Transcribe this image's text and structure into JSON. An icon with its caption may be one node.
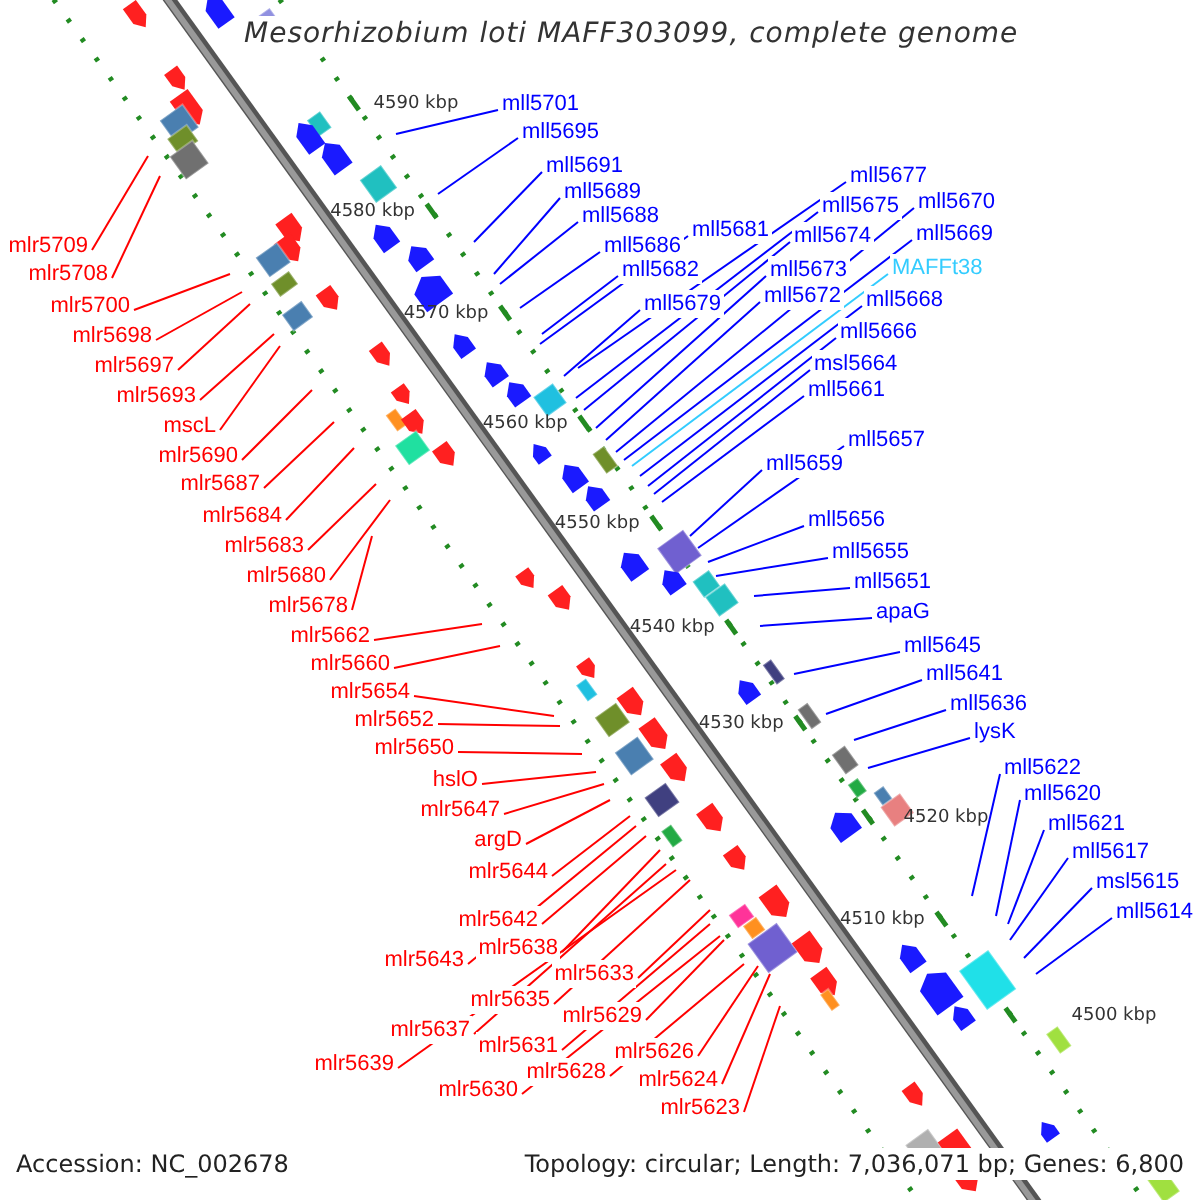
{
  "diagram": {
    "title": "Mesorhizobium loti MAFF303099, complete genome",
    "nodes": [
      {
        "text": [
          "mlr5709"
        ]
      },
      {
        "text": [
          "mlr5708"
        ]
      },
      {
        "text": [
          "mlr5700"
        ]
      },
      {
        "text": [
          "mlr5698"
        ]
      },
      {
        "text": [
          "mlr5697"
        ]
      },
      {
        "text": [
          "mlr5693"
        ]
      },
      {
        "text": [
          "mscL"
        ]
      },
      {
        "text": [
          "mlr5690"
        ]
      },
      {
        "text": [
          "mlr5687"
        ]
      },
      {
        "text": [
          "mlr5684"
        ]
      },
      {
        "text": [
          "mlr5683"
        ]
      },
      {
        "text": [
          "mlr5680"
        ]
      },
      {
        "text": [
          "mlr5678"
        ]
      },
      {
        "text": [
          "mlr5662"
        ]
      },
      {
        "text": [
          "mlr5660"
        ]
      },
      {
        "text": [
          "mlr5654"
        ]
      },
      {
        "text": [
          "mlr5652"
        ]
      },
      {
        "text": [
          "mlr5650"
        ]
      },
      {
        "text": [
          "hslO"
        ]
      },
      {
        "text": [
          "mlr5647"
        ]
      },
      {
        "text": [
          "argD"
        ]
      },
      {
        "text": [
          "mlr5644"
        ]
      },
      {
        "text": [
          "mlr5642"
        ]
      },
      {
        "text": [
          "mlr5638"
        ]
      },
      {
        "text": [
          "mlr5643"
        ]
      },
      {
        "text": [
          "mlr5633"
        ]
      },
      {
        "text": [
          "mlr5635"
        ]
      },
      {
        "text": [
          "mlr5629"
        ]
      },
      {
        "text": [
          "mlr5637"
        ]
      },
      {
        "text": [
          "mlr5631"
        ]
      },
      {
        "text": [
          "mlr5626"
        ]
      },
      {
        "text": [
          "mlr5639"
        ]
      },
      {
        "text": [
          "mlr5628"
        ]
      },
      {
        "text": [
          "mlr5624"
        ]
      },
      {
        "text": [
          "mlr5630"
        ]
      },
      {
        "text": [
          "mlr5623"
        ]
      },
      {
        "text": [
          "mll5701"
        ]
      },
      {
        "text": [
          "mll5695"
        ]
      },
      {
        "text": [
          "mll5691"
        ]
      },
      {
        "text": [
          "mll5677"
        ]
      },
      {
        "text": [
          "mll5689"
        ]
      },
      {
        "text": [
          "mll5670"
        ]
      },
      {
        "text": [
          "mll5675"
        ]
      },
      {
        "text": [
          "mll5688"
        ]
      },
      {
        "text": [
          "mll5681"
        ]
      },
      {
        "text": [
          "mll5669"
        ]
      },
      {
        "text": [
          "mll5674"
        ]
      },
      {
        "text": [
          "mll5686"
        ]
      },
      {
        "text": [
          "MAFFt38"
        ]
      },
      {
        "text": [
          "mll5673"
        ]
      },
      {
        "text": [
          "mll5682"
        ]
      },
      {
        "text": [
          "mll5672"
        ]
      },
      {
        "text": [
          "mll5668"
        ]
      },
      {
        "text": [
          "mll5679"
        ]
      },
      {
        "text": [
          "mll5666"
        ]
      },
      {
        "text": [
          "msl5664"
        ]
      },
      {
        "text": [
          "mll5661"
        ]
      },
      {
        "text": [
          "mll5657"
        ]
      },
      {
        "text": [
          "mll5659"
        ]
      },
      {
        "text": [
          "mll5656"
        ]
      },
      {
        "text": [
          "mll5655"
        ]
      },
      {
        "text": [
          "mll5651"
        ]
      },
      {
        "text": [
          "apaG"
        ]
      },
      {
        "text": [
          "mll5645"
        ]
      },
      {
        "text": [
          "mll5641"
        ]
      },
      {
        "text": [
          "mll5636"
        ]
      },
      {
        "text": [
          "lysK"
        ]
      },
      {
        "text": [
          "mll5622"
        ]
      },
      {
        "text": [
          "mll5620"
        ]
      },
      {
        "text": [
          "mll5621"
        ]
      },
      {
        "text": [
          "mll5617"
        ]
      },
      {
        "text": [
          "msl5615"
        ]
      },
      {
        "text": [
          "mll5614"
        ]
      }
    ],
    "edges": [
      {
        "from": 0,
        "to": null,
        "arrow": "none",
        "color": "#ff0000"
      },
      {
        "from": 1,
        "to": null,
        "arrow": "none",
        "color": "#ff0000"
      },
      {
        "from": 2,
        "to": null,
        "arrow": "none",
        "color": "#ff0000"
      },
      {
        "from": 3,
        "to": null,
        "arrow": "none",
        "color": "#ff0000"
      },
      {
        "from": 4,
        "to": null,
        "arrow": "none",
        "color": "#ff0000"
      },
      {
        "from": 5,
        "to": null,
        "arrow": "none",
        "color": "#ff0000"
      },
      {
        "from": 6,
        "to": null,
        "arrow": "none",
        "color": "#ff0000"
      },
      {
        "from": 7,
        "to": null,
        "arrow": "none",
        "color": "#ff0000"
      },
      {
        "from": 8,
        "to": null,
        "arrow": "none",
        "color": "#ff0000"
      },
      {
        "from": 9,
        "to": null,
        "arrow": "none",
        "color": "#ff0000"
      },
      {
        "from": 10,
        "to": null,
        "arrow": "none",
        "color": "#ff0000"
      },
      {
        "from": 11,
        "to": null,
        "arrow": "none",
        "color": "#ff0000"
      },
      {
        "from": 12,
        "to": null,
        "arrow": "none",
        "color": "#ff0000"
      },
      {
        "from": 13,
        "to": null,
        "arrow": "none",
        "color": "#ff0000"
      },
      {
        "from": 14,
        "to": null,
        "arrow": "none",
        "color": "#ff0000"
      },
      {
        "from": 15,
        "to": null,
        "arrow": "none",
        "color": "#ff0000"
      },
      {
        "from": 16,
        "to": null,
        "arrow": "none",
        "color": "#ff0000"
      },
      {
        "from": 17,
        "to": null,
        "arrow": "none",
        "color": "#ff0000"
      },
      {
        "from": 18,
        "to": null,
        "arrow": "none",
        "color": "#ff0000"
      },
      {
        "from": 19,
        "to": null,
        "arrow": "none",
        "color": "#ff0000"
      },
      {
        "from": 20,
        "to": null,
        "arrow": "none",
        "color": "#ff0000"
      },
      {
        "from": 21,
        "to": null,
        "arrow": "none",
        "color": "#ff0000"
      },
      {
        "from": 22,
        "to": null,
        "arrow": "none",
        "color": "#ff0000"
      },
      {
        "from": 23,
        "to": null,
        "arrow": "none",
        "color": "#ff0000"
      },
      {
        "from": 24,
        "to": null,
        "arrow": "none",
        "color": "#ff0000"
      },
      {
        "from": 25,
        "to": null,
        "arrow": "none",
        "color": "#ff0000"
      },
      {
        "from": 26,
        "to": null,
        "arrow": "none",
        "color": "#ff0000"
      },
      {
        "from": 27,
        "to": null,
        "arrow": "none",
        "color": "#ff0000"
      },
      {
        "from": 28,
        "to": null,
        "arrow": "none",
        "color": "#ff0000"
      },
      {
        "from": 29,
        "to": null,
        "arrow": "none",
        "color": "#ff0000"
      },
      {
        "from": 30,
        "to": null,
        "arrow": "none",
        "color": "#ff0000"
      },
      {
        "from": 31,
        "to": null,
        "arrow": "none",
        "color": "#ff0000"
      },
      {
        "from": 32,
        "to": null,
        "arrow": "none",
        "color": "#ff0000"
      },
      {
        "from": 33,
        "to": null,
        "arrow": "none",
        "color": "#ff0000"
      },
      {
        "from": 34,
        "to": null,
        "arrow": "none",
        "color": "#ff0000"
      },
      {
        "from": 35,
        "to": null,
        "arrow": "none",
        "color": "#ff0000"
      },
      {
        "from": 36,
        "to": null,
        "arrow": "none",
        "color": "#0000ff"
      },
      {
        "from": 37,
        "to": null,
        "arrow": "none",
        "color": "#0000ff"
      },
      {
        "from": 38,
        "to": null,
        "arrow": "none",
        "color": "#0000ff"
      },
      {
        "from": 39,
        "to": null,
        "arrow": "none",
        "color": "#0000ff"
      },
      {
        "from": 40,
        "to": null,
        "arrow": "none",
        "color": "#0000ff"
      },
      {
        "from": 41,
        "to": null,
        "arrow": "none",
        "color": "#0000ff"
      },
      {
        "from": 42,
        "to": null,
        "arrow": "none",
        "color": "#0000ff"
      },
      {
        "from": 43,
        "to": null,
        "arrow": "none",
        "color": "#0000ff"
      },
      {
        "from": 44,
        "to": null,
        "arrow": "none",
        "color": "#0000ff"
      },
      {
        "from": 45,
        "to": null,
        "arrow": "none",
        "color": "#0000ff"
      },
      {
        "from": 46,
        "to": null,
        "arrow": "none",
        "color": "#0000ff"
      },
      {
        "from": 47,
        "to": null,
        "arrow": "none",
        "color": "#0000ff"
      },
      {
        "from": 48,
        "to": null,
        "arrow": "none",
        "color": "#33ccff"
      },
      {
        "from": 49,
        "to": null,
        "arrow": "none",
        "color": "#0000ff"
      },
      {
        "from": 50,
        "to": null,
        "arrow": "none",
        "color": "#0000ff"
      },
      {
        "from": 51,
        "to": null,
        "arrow": "none",
        "color": "#0000ff"
      },
      {
        "from": 52,
        "to": null,
        "arrow": "none",
        "color": "#0000ff"
      },
      {
        "from": 53,
        "to": null,
        "arrow": "none",
        "color": "#0000ff"
      },
      {
        "from": 54,
        "to": null,
        "arrow": "none",
        "color": "#0000ff"
      },
      {
        "from": 55,
        "to": null,
        "arrow": "none",
        "color": "#0000ff"
      },
      {
        "from": 56,
        "to": null,
        "arrow": "none",
        "color": "#0000ff"
      },
      {
        "from": 57,
        "to": null,
        "arrow": "none",
        "color": "#0000ff"
      },
      {
        "from": 58,
        "to": null,
        "arrow": "none",
        "color": "#0000ff"
      },
      {
        "from": 59,
        "to": null,
        "arrow": "none",
        "color": "#0000ff"
      },
      {
        "from": 60,
        "to": null,
        "arrow": "none",
        "color": "#0000ff"
      },
      {
        "from": 61,
        "to": null,
        "arrow": "none",
        "color": "#0000ff"
      },
      {
        "from": 62,
        "to": null,
        "arrow": "none",
        "color": "#0000ff"
      },
      {
        "from": 63,
        "to": null,
        "arrow": "none",
        "color": "#0000ff"
      },
      {
        "from": 64,
        "to": null,
        "arrow": "none",
        "color": "#0000ff"
      },
      {
        "from": 65,
        "to": null,
        "arrow": "none",
        "color": "#0000ff"
      },
      {
        "from": 66,
        "to": null,
        "arrow": "none",
        "color": "#0000ff"
      },
      {
        "from": 67,
        "to": null,
        "arrow": "none",
        "color": "#0000ff"
      },
      {
        "from": 68,
        "to": null,
        "arrow": "none",
        "color": "#0000ff"
      },
      {
        "from": 69,
        "to": null,
        "arrow": "none",
        "color": "#0000ff"
      },
      {
        "from": 70,
        "to": null,
        "arrow": "none",
        "color": "#0000ff"
      },
      {
        "from": 71,
        "to": null,
        "arrow": "none",
        "color": "#0000ff"
      },
      {
        "from": 72,
        "to": null,
        "arrow": "none",
        "color": "#0000ff"
      }
    ],
    "labels": [
      "4590 kbp",
      "4580 kbp",
      "4570 kbp",
      "4560 kbp",
      "4550 kbp",
      "4540 kbp",
      "4530 kbp",
      "4520 kbp",
      "4510 kbp",
      "4500 kbp",
      "Accession: NC_002678",
      "Topology: circular; Length: 7,036,071 bp; Genes: 6,800"
    ]
  }
}
